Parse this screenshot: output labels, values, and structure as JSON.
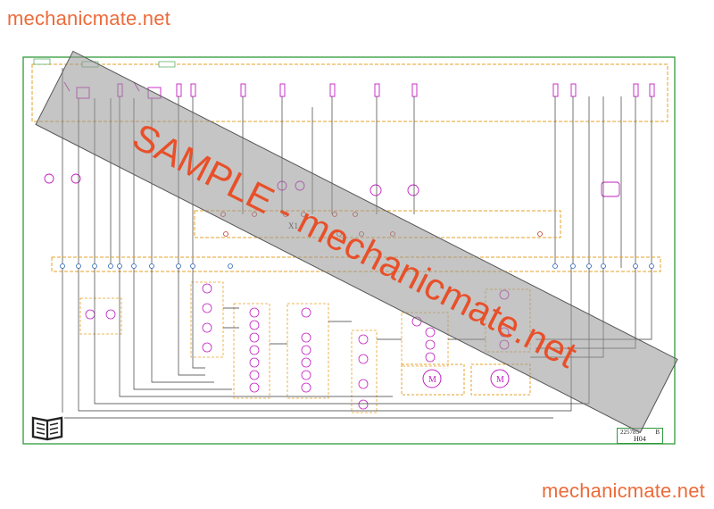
{
  "watermark": {
    "top": "mechanicmate.net",
    "bottom": "mechanicmate.net"
  },
  "stamp": {
    "text": "SAMPLE - mechanicmate.net"
  },
  "diagram": {
    "connector_label": "X1",
    "title_block": {
      "number": "225785",
      "code": "H04",
      "rev": "B"
    },
    "motor_symbol": "M"
  },
  "colors": {
    "frame": "#2f9a3a",
    "wire": "#3a3a3a",
    "component": "#c21dc2",
    "dashed": "#e6a22a",
    "stamp": "#e8502a"
  },
  "icons": [
    "book-icon",
    "motor-icon",
    "lamp-icon",
    "relay-icon"
  ]
}
